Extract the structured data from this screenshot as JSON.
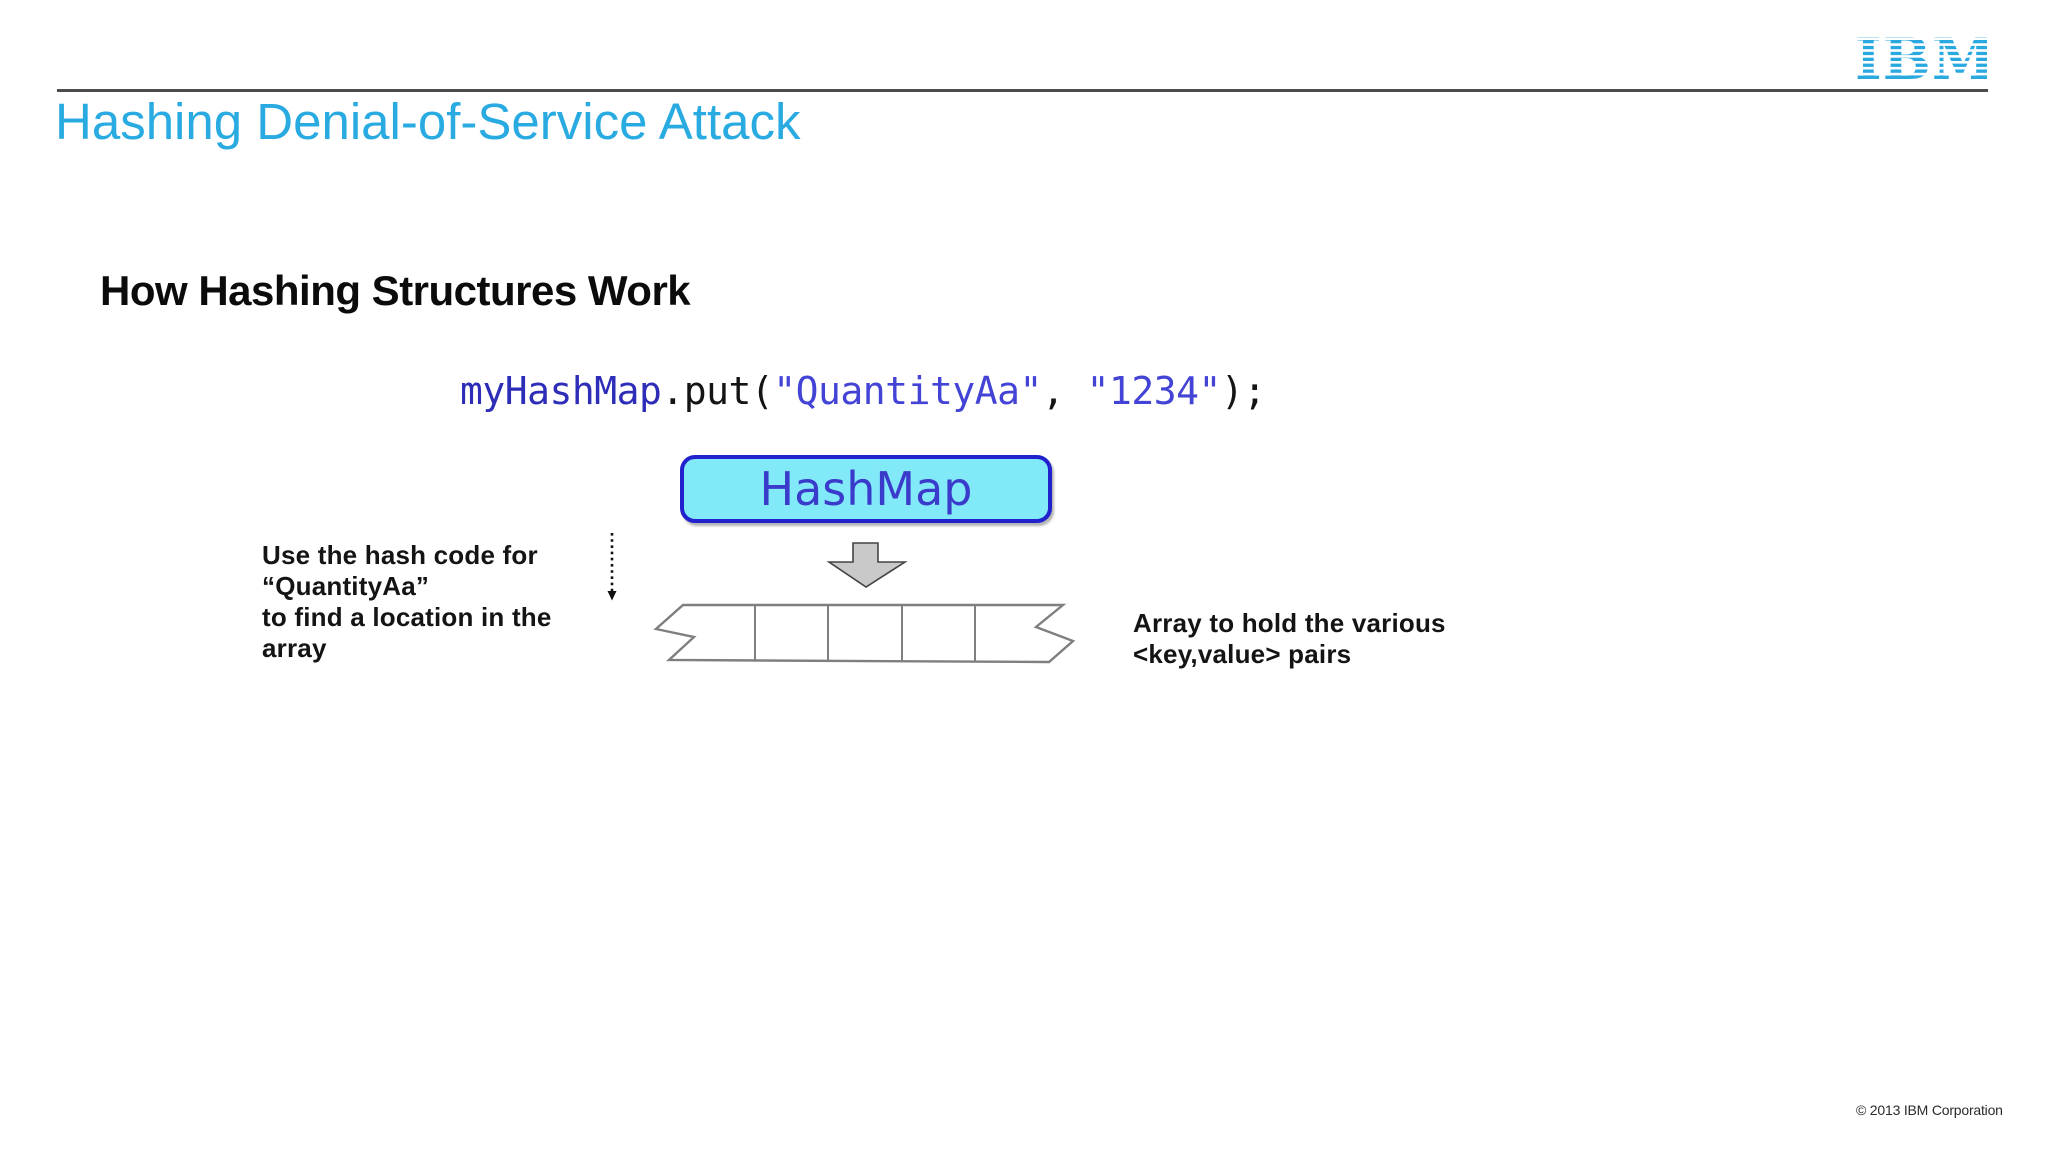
{
  "slide": {
    "title": "Hashing Denial-of-Service Attack",
    "heading": "How Hashing Structures Work",
    "code": {
      "identifier": "myHashMap",
      "call": ".put(",
      "arg1_string": "\"QuantityAa\"",
      "comma": ", ",
      "arg2_string": "\"1234\"",
      "close": ");"
    },
    "hashmap_label": "HashMap",
    "left_note": {
      "line1": "Use the hash code for",
      "line2": "“QuantityAa”",
      "line3": "to find a location in the",
      "line4": "array"
    },
    "right_note": {
      "line1": "Array to hold the various",
      "line2": "<key,value> pairs"
    },
    "footer": "© 2013 IBM Corporation",
    "logo": {
      "text": "IBM"
    },
    "diagram": {
      "array_divider_count": 4,
      "array_cell_count": 5
    },
    "colors": {
      "title_blue": "#29ABE2",
      "logo_blue": "#2AA9E0",
      "box_fill": "#82E9F9",
      "box_border": "#2121CE",
      "box_text": "#3A3ACB",
      "code_identifier": "#2D2DB8",
      "code_string": "#4343D6",
      "code_punctuation": "#141414",
      "rule_gray": "#4C4C4C",
      "diagram_gray": "#7F7F7F",
      "arrow_fill": "#C9C9C9"
    }
  }
}
